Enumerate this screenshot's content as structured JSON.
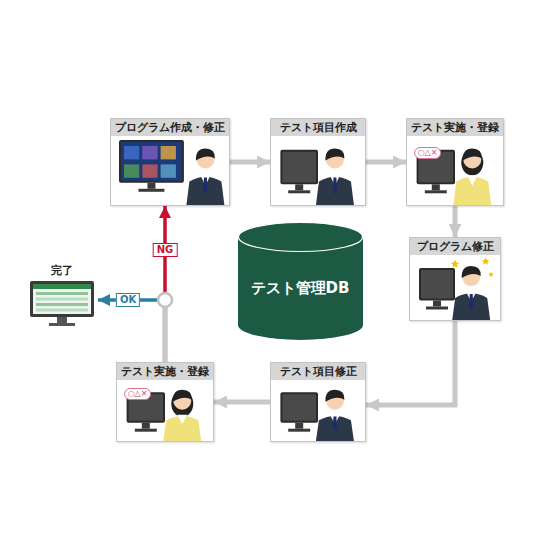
{
  "diagram": {
    "nodes": [
      {
        "text": [
          "プログラム作成・修正"
        ]
      },
      {
        "text": [
          "テスト項目作成"
        ]
      },
      {
        "text": [
          "テスト実施・登録"
        ]
      },
      {
        "text": [
          "テスト管理DB"
        ]
      },
      {
        "text": [
          "プログラム修正"
        ]
      },
      {
        "text": [
          "テスト項目修正"
        ]
      },
      {
        "text": [
          "テスト実施・登録"
        ]
      },
      {
        "text": [
          "完了"
        ]
      }
    ],
    "edges": [
      {
        "from": 0,
        "to": 1,
        "arrow": "to"
      },
      {
        "from": 1,
        "to": 2,
        "arrow": "to"
      },
      {
        "from": 2,
        "to": 4,
        "arrow": "to"
      },
      {
        "from": 4,
        "to": 5,
        "arrow": "to"
      },
      {
        "from": 5,
        "to": 6,
        "arrow": "to"
      },
      {
        "from": 6,
        "to": 0,
        "label": "NG",
        "arrow": "to"
      },
      {
        "from": 6,
        "to": 7,
        "label": "OK",
        "arrow": "to"
      }
    ],
    "labels": [
      "○△×",
      "○△×"
    ]
  }
}
